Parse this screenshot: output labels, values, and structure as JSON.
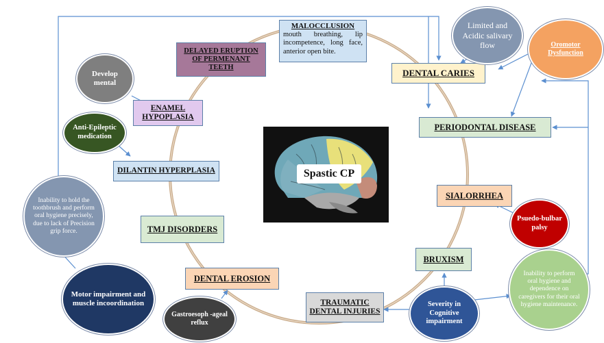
{
  "center": {
    "label": "Spastic CP"
  },
  "boxes": {
    "malocclusion_title": "MALOCCLUSION",
    "malocclusion_body": "mouth breathing, lip incompetence, long face, anterior open bite.",
    "delayed_eruption": "DELAYED ERUPTION OF PERMENANT TEETH",
    "dental_caries": "DENTAL CARIES",
    "enamel_hypoplasia": "ENAMEL HYPOPLASIA",
    "periodontal_disease": "PERIODONTAL DISEASE",
    "dilantin_hyperplasia": "DILANTIN HYPERPLASIA",
    "sialorrhea": "SIALORRHEA",
    "tmj_disorders": "TMJ DISORDERS",
    "bruxism": "BRUXISM",
    "dental_erosion": "DENTAL EROSION",
    "traumatic_injuries": "TRAUMATIC DENTAL INJURIES"
  },
  "circles": {
    "salivary_flow": "Limited and Acidic salivary flow",
    "oromotor": "Oromotor Dysfunction",
    "developmental": "Develop mental",
    "anti_epileptic": "Anti-Epileptic medication",
    "toothbrush": "Inability to hold the toothbrush and perform oral hygiene precisely, due to lack of Precision grip force.",
    "pseudobulbar": "Psuedo-bulbar palsy",
    "oral_hygiene": "Inability to perform oral hygiene and dependence on caregivers for their oral hygiene maintenance.",
    "motor_impairment": "Motor impairment and muscle incoordination",
    "cognitive": "Severity in Cognitive impairment",
    "gastroesophageal": "Gastroesoph -ageal reflux"
  },
  "colors": {
    "ring": "#c9ab8a",
    "arrow": "#5b8fd0",
    "blue_box": "#cfe2f3",
    "yellow_box": "#fff2cc",
    "green_box": "#d9ead3",
    "purple_box": "#a67899",
    "lilac_box": "#e1c9ee",
    "orange_box": "#fbd5b5",
    "grey_box": "#d9d9d9",
    "steel_circle": "#8496b0",
    "grey_circle": "#7f7f7f",
    "dark_green_circle": "#375623",
    "orange_circle": "#f4a261",
    "red_circle": "#c00000",
    "green_circle": "#a9d18e",
    "navy_circle": "#1f3864",
    "blue_circle": "#2f5597",
    "dark_grey_circle": "#404040"
  }
}
